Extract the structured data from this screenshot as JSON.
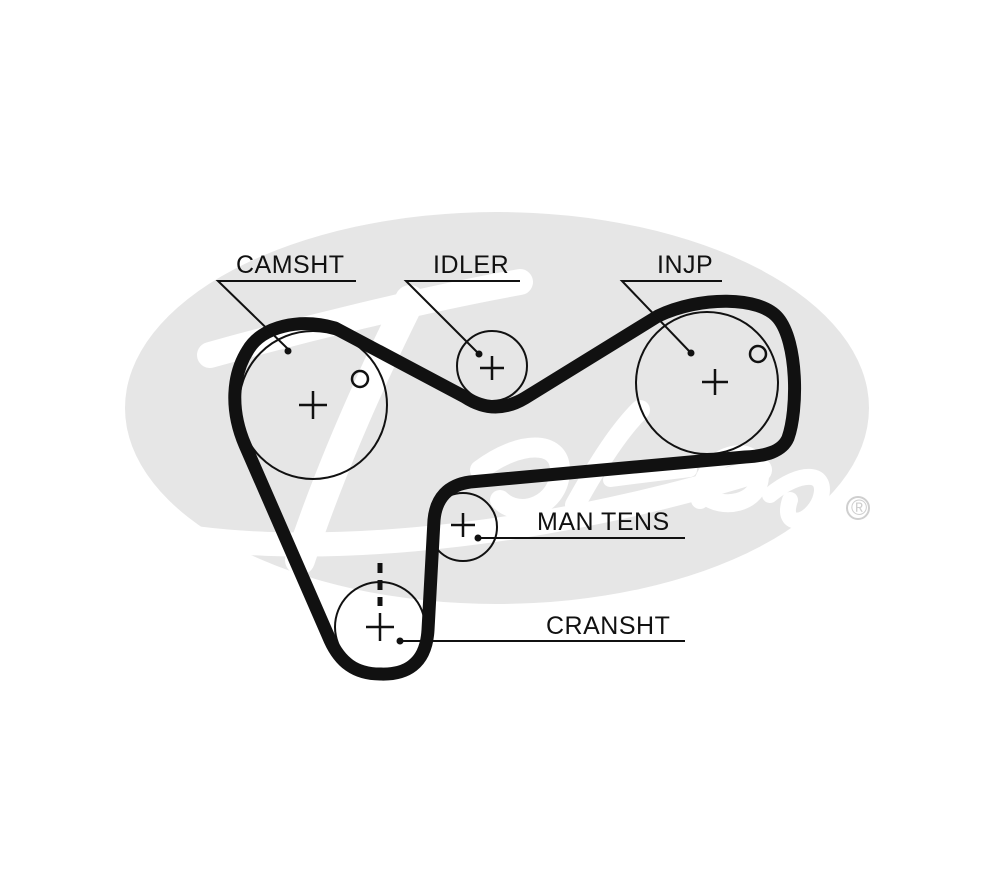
{
  "diagram": {
    "colors": {
      "belt": "#111111",
      "line": "#111111",
      "logo": "#e6e6e6",
      "background": "#ffffff"
    },
    "labels": {
      "camshaft": "CAMSHT",
      "idler": "IDLER",
      "injection_pump": "INJP",
      "manual_tensioner": "MAN TENS",
      "crankshaft": "CRANSHT"
    },
    "logo": {
      "brand_icon": "gates-logo-watermark",
      "registered_mark": "®"
    }
  }
}
